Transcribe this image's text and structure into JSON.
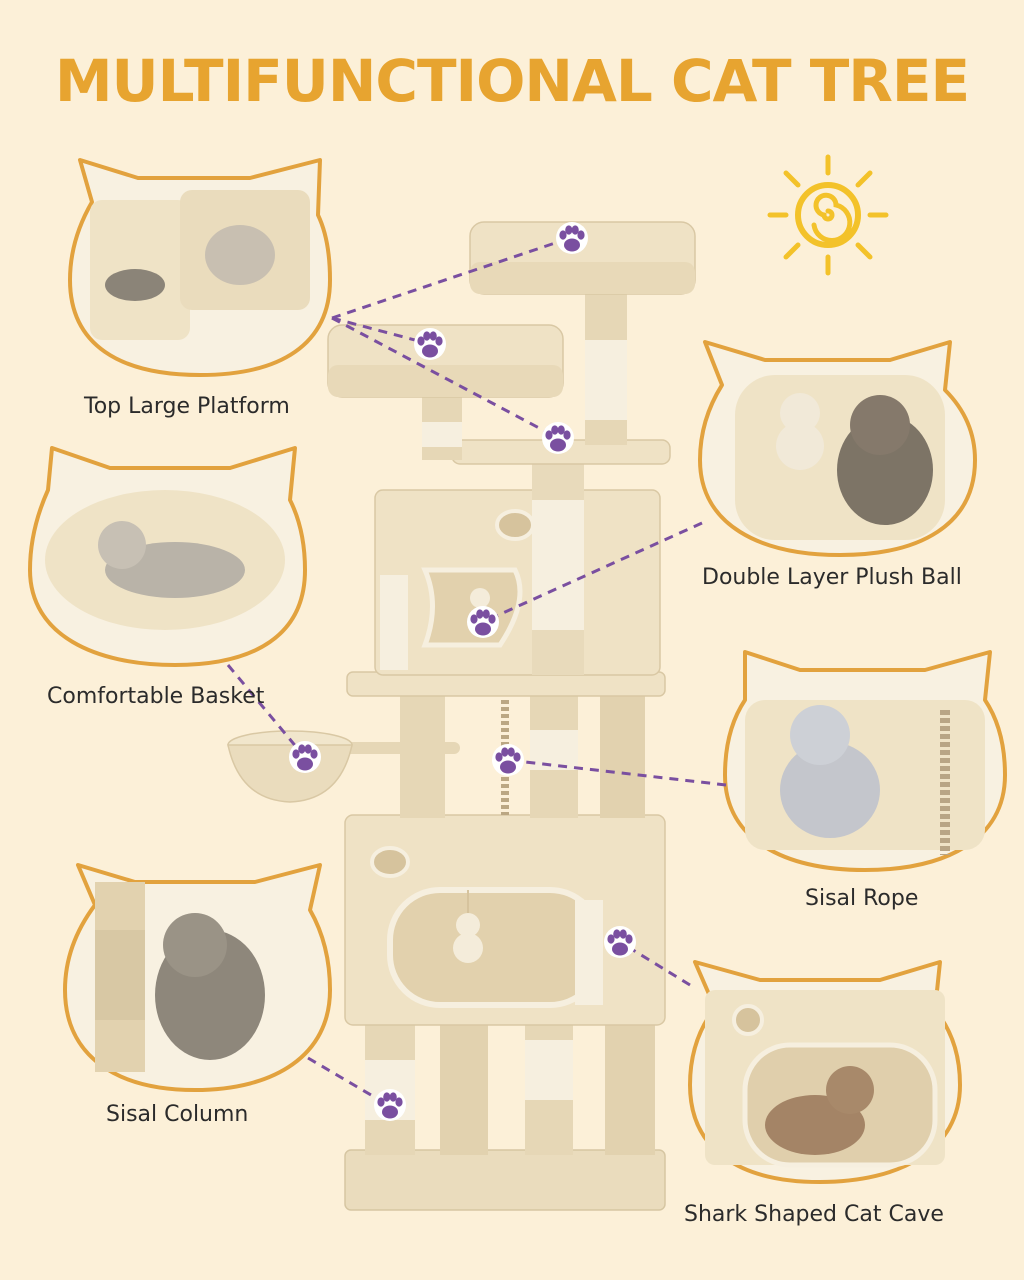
{
  "title": "MULTIFUNCTIONAL CAT TREE",
  "features": [
    {
      "label": "Top Large Platform"
    },
    {
      "label": "Comfortable Basket"
    },
    {
      "label": "Sisal Column"
    },
    {
      "label": "Double Layer Plush Ball"
    },
    {
      "label": "Sisal Rope"
    },
    {
      "label": "Shark Shaped Cat Cave"
    }
  ],
  "colors": {
    "background": "#fcf0d8",
    "title": "#e7a430",
    "frame": "#e2a23e",
    "connector": "#7a4fa0",
    "plush": "#efe2c5",
    "sun": "#f3c22a"
  },
  "icons": [
    "sun-icon",
    "paw-icon"
  ]
}
